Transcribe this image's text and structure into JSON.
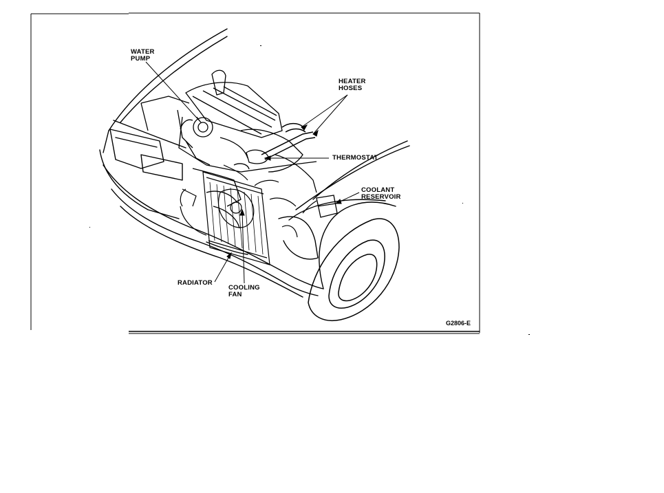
{
  "labels": {
    "water_pump": [
      "WATER",
      "PUMP"
    ],
    "heater_hoses": [
      "HEATER",
      "HOSES"
    ],
    "thermostat": "THERMOSTAT",
    "coolant_reservoir": [
      "COOLANT",
      "RESERVOIR"
    ],
    "radiator": "RADIATOR",
    "cooling_fan": [
      "COOLING",
      "FAN"
    ]
  },
  "figure_code": "G2806-E"
}
